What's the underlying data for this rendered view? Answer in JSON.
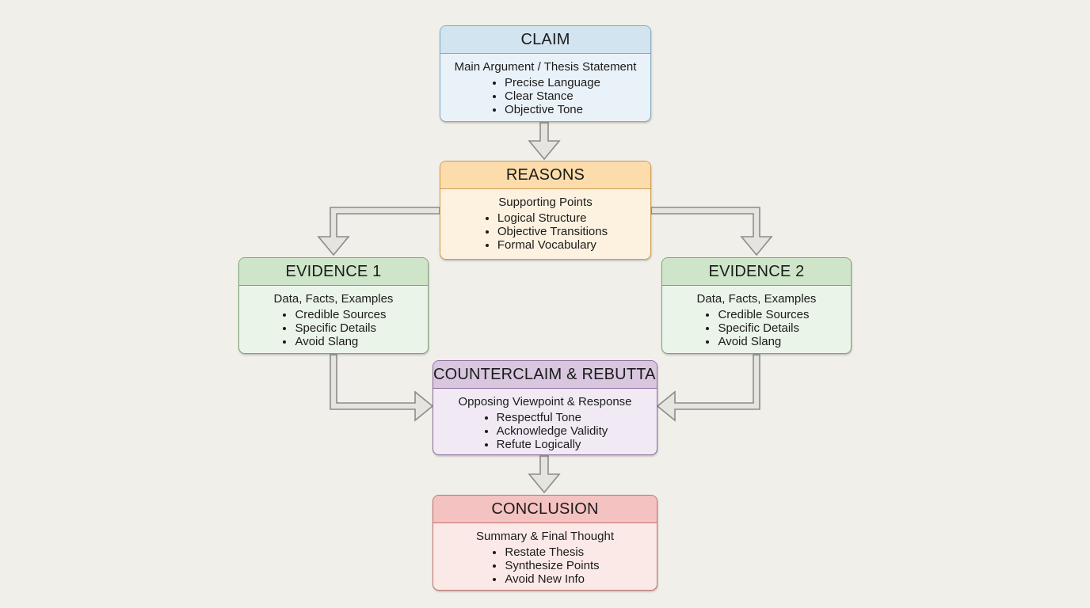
{
  "canvas": {
    "background": "#f1efe9"
  },
  "arrow": {
    "fill": "#e6e4df",
    "stroke": "#8c8c8c"
  },
  "nodes": [
    {
      "id": "claim",
      "title": "CLAIM",
      "subtitle": "Main Argument / Thesis Statement",
      "bullets": [
        "Precise Language",
        "Clear Stance",
        "Objective Tone"
      ],
      "colors": {
        "header": "#d2e4ef",
        "body": "#eaf2f9",
        "border": "#84a9c6"
      }
    },
    {
      "id": "reasons",
      "title": "REASONS",
      "subtitle": "Supporting Points",
      "bullets": [
        "Logical Structure",
        "Objective Transitions",
        "Formal Vocabulary"
      ],
      "colors": {
        "header": "#fcdcab",
        "body": "#fdf2e0",
        "border": "#cd9a55"
      }
    },
    {
      "id": "evidence1",
      "title": "EVIDENCE 1",
      "subtitle": "Data, Facts, Examples",
      "bullets": [
        "Credible Sources",
        "Specific Details",
        "Avoid Slang"
      ],
      "colors": {
        "header": "#cee5ca",
        "body": "#ebf4e9",
        "border": "#7ca474"
      }
    },
    {
      "id": "evidence2",
      "title": "EVIDENCE 2",
      "subtitle": "Data, Facts, Examples",
      "bullets": [
        "Credible Sources",
        "Specific Details",
        "Avoid Slang"
      ],
      "colors": {
        "header": "#cee5ca",
        "body": "#ebf4e9",
        "border": "#7ca474"
      }
    },
    {
      "id": "counterclaim",
      "title": "COUNTERCLAIM & REBUTTAL",
      "subtitle": "Opposing Viewpoint & Response",
      "bullets": [
        "Respectful Tone",
        "Acknowledge Validity",
        "Refute Logically"
      ],
      "colors": {
        "header": "#d8c7df",
        "body": "#f1eaf5",
        "border": "#8f6d9f"
      }
    },
    {
      "id": "conclusion",
      "title": "CONCLUSION",
      "subtitle": "Summary & Final Thought",
      "bullets": [
        "Restate Thesis",
        "Synthesize Points",
        "Avoid New Info"
      ],
      "colors": {
        "header": "#f4c2c0",
        "body": "#fbe9e7",
        "border": "#c4716e"
      }
    }
  ]
}
